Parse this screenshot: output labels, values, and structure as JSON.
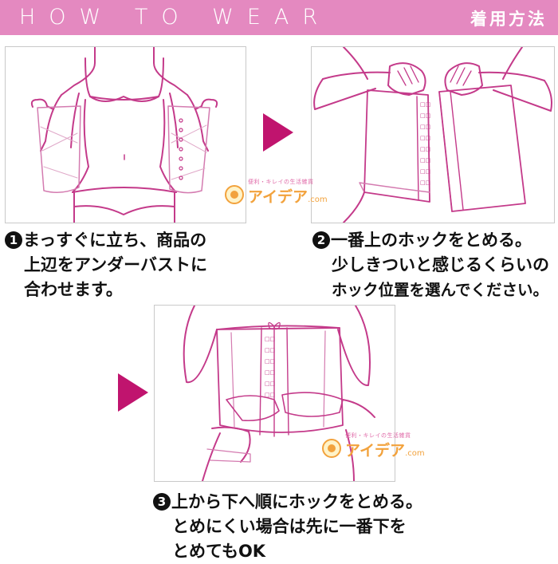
{
  "header": {
    "title": "HOW TO WEAR",
    "subtitle_jp": "着用方法"
  },
  "steps": [
    {
      "number": "1",
      "lines": [
        "まっすぐに立ち、商品の",
        "上辺をアンダーバストに",
        "合わせます。"
      ]
    },
    {
      "number": "2",
      "lines": [
        "一番上のホックをとめる。",
        "少しきついと感じるくらいの",
        "ホック位置を選んでください。"
      ]
    },
    {
      "number": "3",
      "lines": [
        "上から下へ順にホックをとめる。",
        "とめにくい場合は先に一番下を",
        "とめてもOK"
      ]
    }
  ],
  "watermark": {
    "tagline": "便利・キレイの生活雑貨",
    "brand": "アイデア",
    "domain": ".com"
  },
  "colors": {
    "banner": "#e489c0",
    "accent": "#c0146e",
    "line_art": "#c43a8a"
  }
}
